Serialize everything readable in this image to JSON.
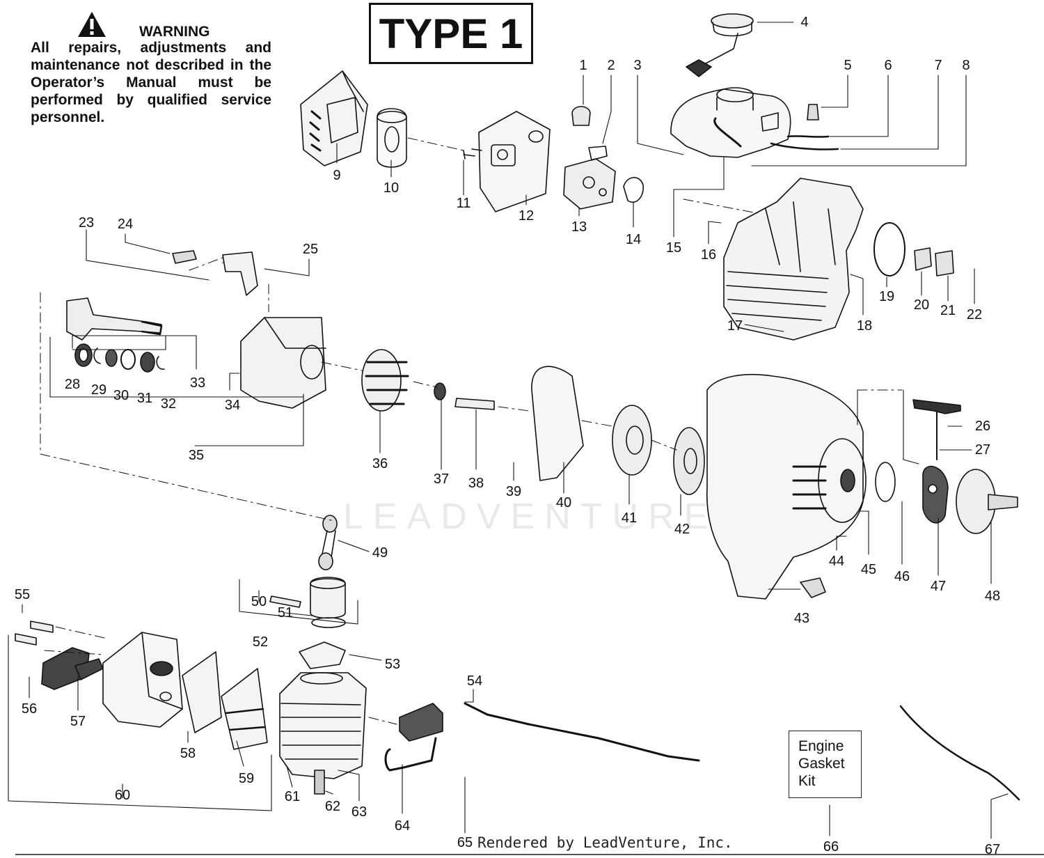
{
  "warning": {
    "heading": "WARNING",
    "lines": [
      "All repairs, adjustments and",
      "maintenance not described in",
      "the Operator’s Manual must be",
      "performed by qualified service",
      "personnel."
    ]
  },
  "type_label": "TYPE 1",
  "watermark": "LEADVENTURE",
  "kit_label_lines": [
    "Engine",
    "Gasket",
    "Kit"
  ],
  "footer": "Rendered by LeadVenture, Inc.",
  "part_numbers": [
    "1",
    "2",
    "3",
    "4",
    "5",
    "6",
    "7",
    "8",
    "9",
    "10",
    "11",
    "12",
    "13",
    "14",
    "15",
    "16",
    "17",
    "18",
    "19",
    "20",
    "21",
    "22",
    "23",
    "24",
    "25",
    "26",
    "27",
    "28",
    "29",
    "30",
    "31",
    "32",
    "33",
    "34",
    "35",
    "36",
    "37",
    "38",
    "39",
    "40",
    "41",
    "42",
    "43",
    "44",
    "45",
    "46",
    "47",
    "48",
    "49",
    "50",
    "51",
    "52",
    "53",
    "54",
    "55",
    "56",
    "57",
    "58",
    "59",
    "60",
    "61",
    "62",
    "63",
    "64",
    "65",
    "66",
    "67"
  ]
}
